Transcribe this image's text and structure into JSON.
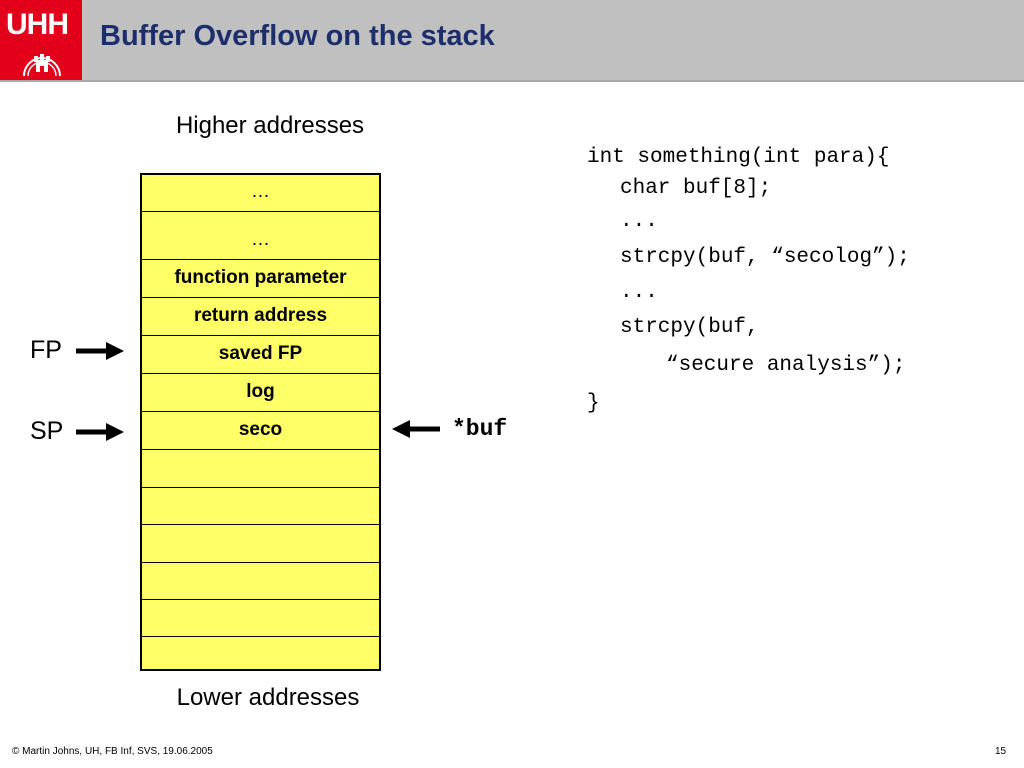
{
  "header": {
    "logo_text": "UHH",
    "title": "Buffer Overflow on the stack"
  },
  "diagram": {
    "top_label": "Higher addresses",
    "bottom_label": "Lower addresses",
    "cells": [
      "…",
      "…",
      "function parameter",
      "return address",
      "saved FP",
      "log",
      "seco",
      "",
      "",
      "",
      "",
      "",
      ""
    ],
    "fp_label": "FP",
    "sp_label": "SP",
    "buf_label": "*buf"
  },
  "code": {
    "lines": [
      "int something(int para){",
      "char buf[8];",
      "...",
      "strcpy(buf, “secolog”);",
      "...",
      "strcpy(buf,",
      "“secure analysis”);",
      "}"
    ]
  },
  "footer": {
    "copyright": "©   Martin Johns, UH, FB Inf, SVS, 19.06.2005",
    "page_number": "15"
  },
  "colors": {
    "stack_fill": "#ffff66",
    "title_color": "#1c2e6b",
    "logo_red": "#e2001a",
    "header_gray": "#c0c0c0"
  }
}
